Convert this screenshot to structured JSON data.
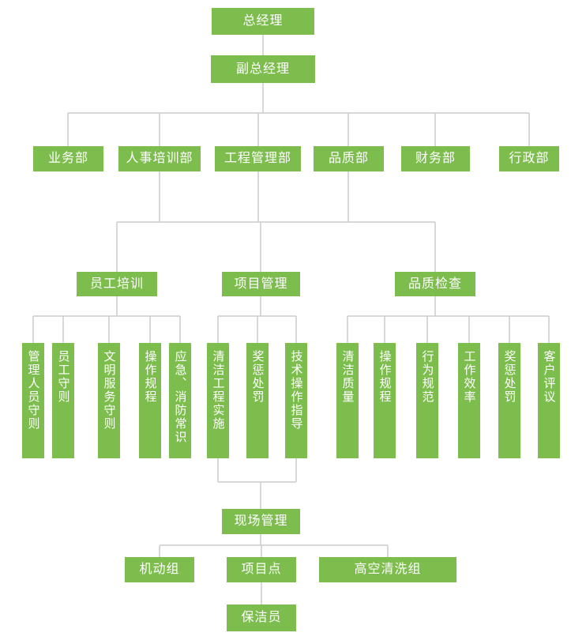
{
  "nodes": {
    "gm": "总经理",
    "dgm": "副总经理",
    "business": "业务部",
    "hr_training": "人事培训部",
    "engineering": "工程管理部",
    "quality_dept": "品质部",
    "finance": "财务部",
    "admin": "行政部",
    "employee_training": "员工培训",
    "project_management": "项目管理",
    "quality_inspection": "品质检查",
    "management_staff_rules": "管理人员守则",
    "employee_rules": "员工守则",
    "civilized_service_rules": "文明服务守则",
    "operating_procedures_a": "操作规程",
    "emergency_fire_knowledge": "应急、消防常识",
    "cleaning_project_implementation": "清洁工程实施",
    "reward_punishment_a": "奖惩处罚",
    "technical_operation_guidance": "技术操作指导",
    "cleaning_quality": "清洁质量",
    "operating_procedures_b": "操作规程",
    "behavior_standards": "行为规范",
    "work_efficiency": "工作效率",
    "reward_punishment_b": "奖惩处罚",
    "customer_review": "客户评议",
    "site_management": "现场管理",
    "mobile_group": "机动组",
    "project_point": "项目点",
    "high_altitude_cleaning_group": "高空清洗组",
    "cleaner": "保洁员"
  },
  "edges": [
    [
      "gm",
      "dgm"
    ],
    [
      "dgm",
      "business"
    ],
    [
      "dgm",
      "hr_training"
    ],
    [
      "dgm",
      "engineering"
    ],
    [
      "dgm",
      "quality_dept"
    ],
    [
      "dgm",
      "finance"
    ],
    [
      "dgm",
      "admin"
    ],
    [
      "hr_training",
      "employee_training"
    ],
    [
      "engineering",
      "project_management"
    ],
    [
      "quality_dept",
      "quality_inspection"
    ],
    [
      "employee_training",
      "management_staff_rules"
    ],
    [
      "employee_training",
      "employee_rules"
    ],
    [
      "employee_training",
      "civilized_service_rules"
    ],
    [
      "employee_training",
      "operating_procedures_a"
    ],
    [
      "employee_training",
      "emergency_fire_knowledge"
    ],
    [
      "project_management",
      "cleaning_project_implementation"
    ],
    [
      "project_management",
      "reward_punishment_a"
    ],
    [
      "project_management",
      "technical_operation_guidance"
    ],
    [
      "quality_inspection",
      "cleaning_quality"
    ],
    [
      "quality_inspection",
      "operating_procedures_b"
    ],
    [
      "quality_inspection",
      "behavior_standards"
    ],
    [
      "quality_inspection",
      "work_efficiency"
    ],
    [
      "quality_inspection",
      "reward_punishment_b"
    ],
    [
      "quality_inspection",
      "customer_review"
    ],
    [
      "cleaning_project_implementation",
      "site_management"
    ],
    [
      "reward_punishment_a",
      "site_management"
    ],
    [
      "technical_operation_guidance",
      "site_management"
    ],
    [
      "site_management",
      "mobile_group"
    ],
    [
      "site_management",
      "project_point"
    ],
    [
      "site_management",
      "high_altitude_cleaning_group"
    ],
    [
      "project_point",
      "cleaner"
    ]
  ],
  "colors": {
    "box": "#7dbd4e",
    "line": "#cccccc",
    "text": "#ffffff",
    "background": "#ffffff"
  }
}
